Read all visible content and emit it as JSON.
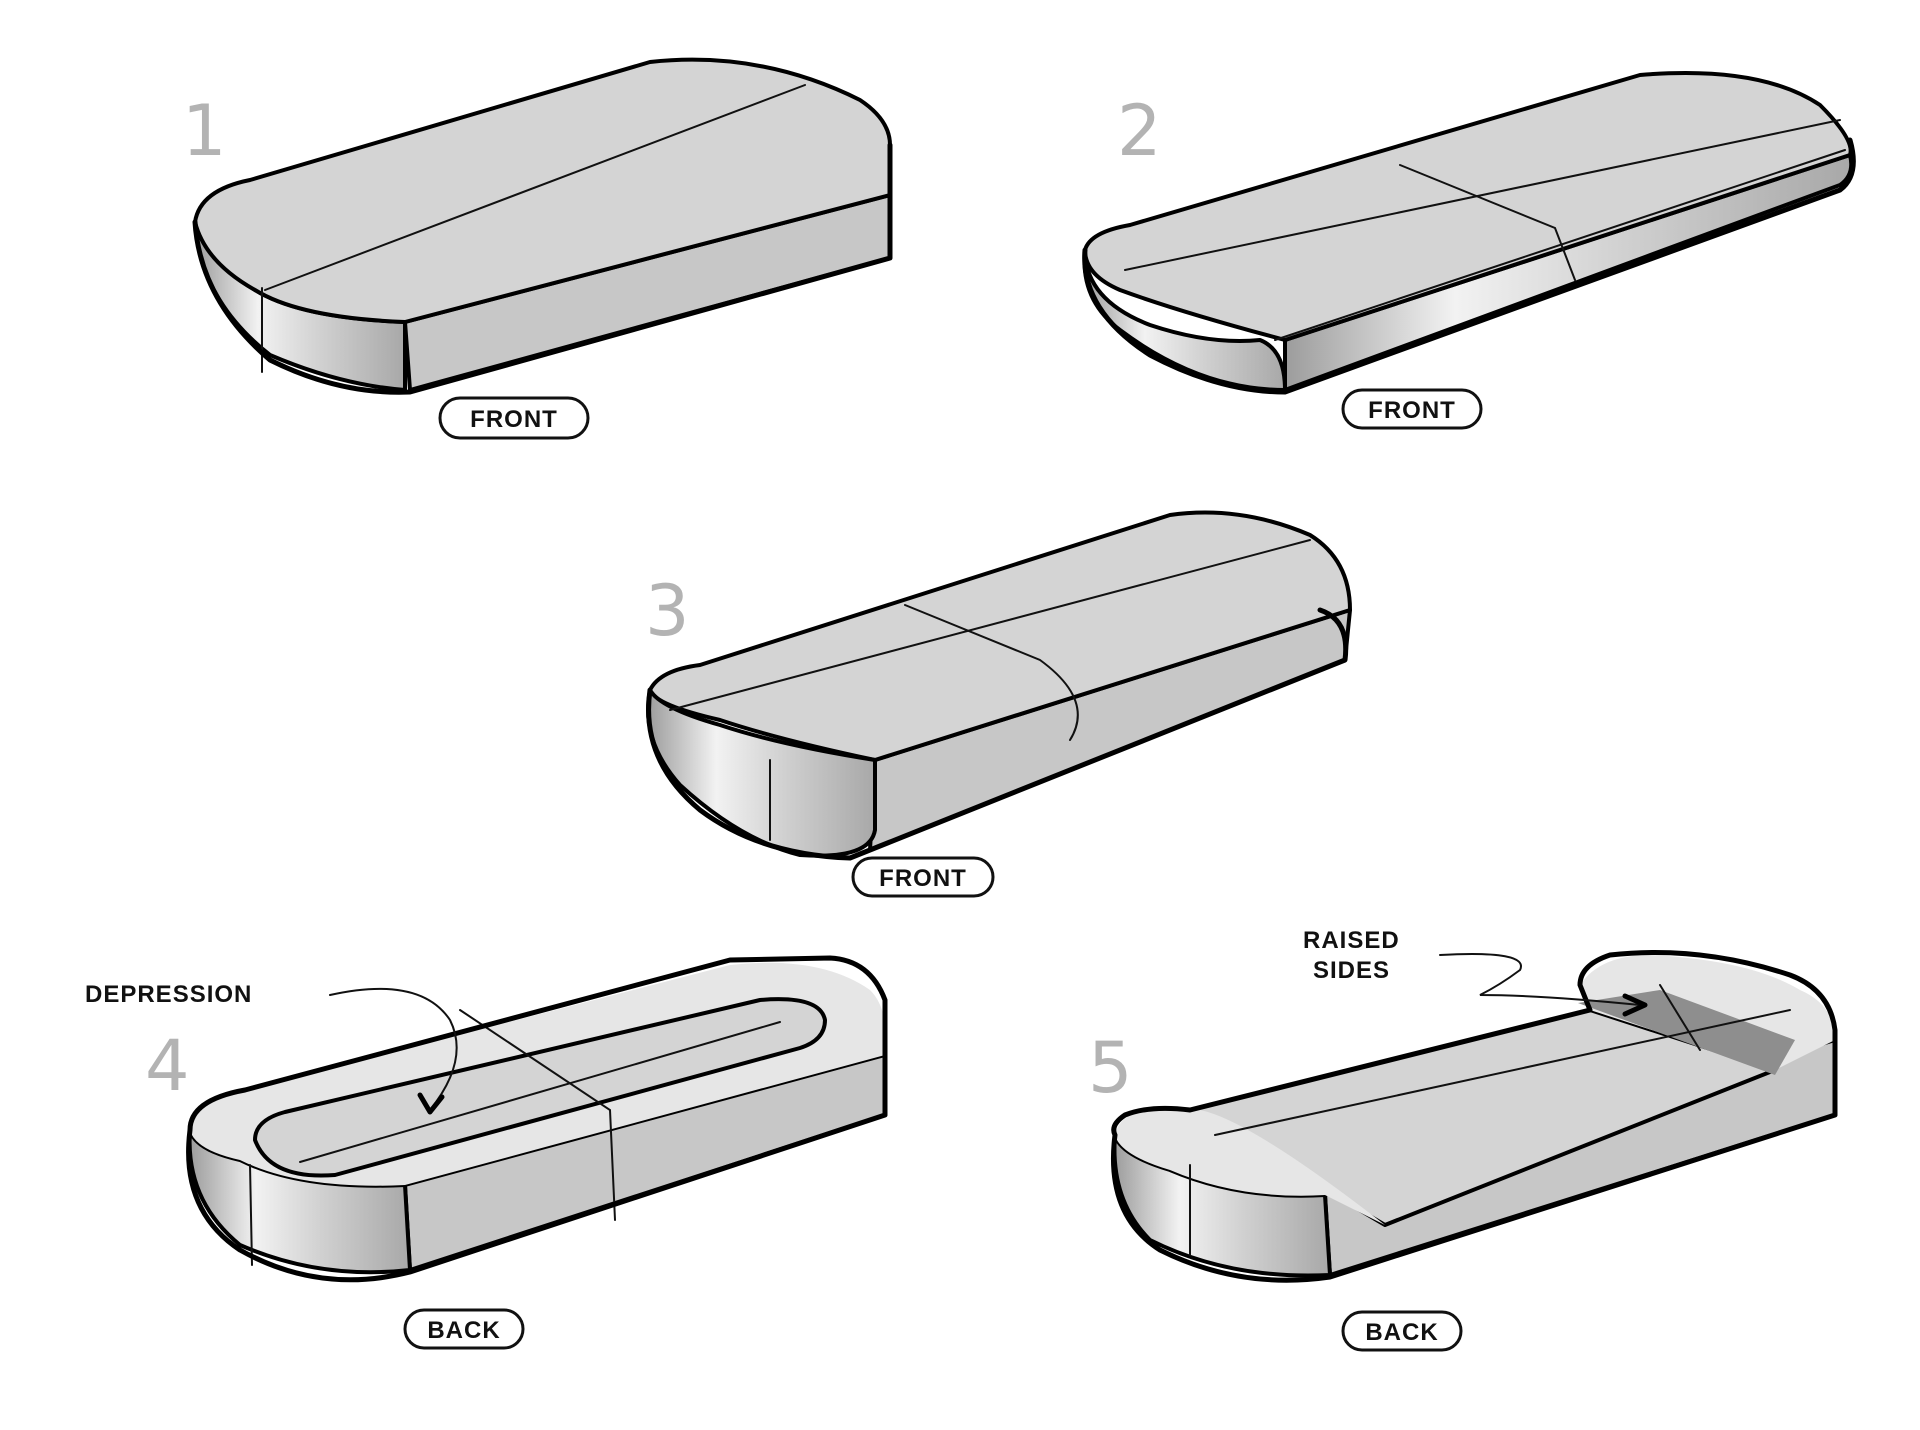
{
  "sketches": [
    {
      "number": "1",
      "label": "FRONT"
    },
    {
      "number": "2",
      "label": "FRONT"
    },
    {
      "number": "3",
      "label": "FRONT"
    },
    {
      "number": "4",
      "label": "BACK",
      "annotation": "DEPRESSION"
    },
    {
      "number": "5",
      "label": "BACK",
      "annotation_line1": "RAISED",
      "annotation_line2": "SIDES"
    }
  ],
  "colors": {
    "number_gray": "#b3b3b3",
    "surface_gray": "#d4d4d4",
    "recess_dark": "#8e8e8e",
    "ink": "#000000"
  }
}
